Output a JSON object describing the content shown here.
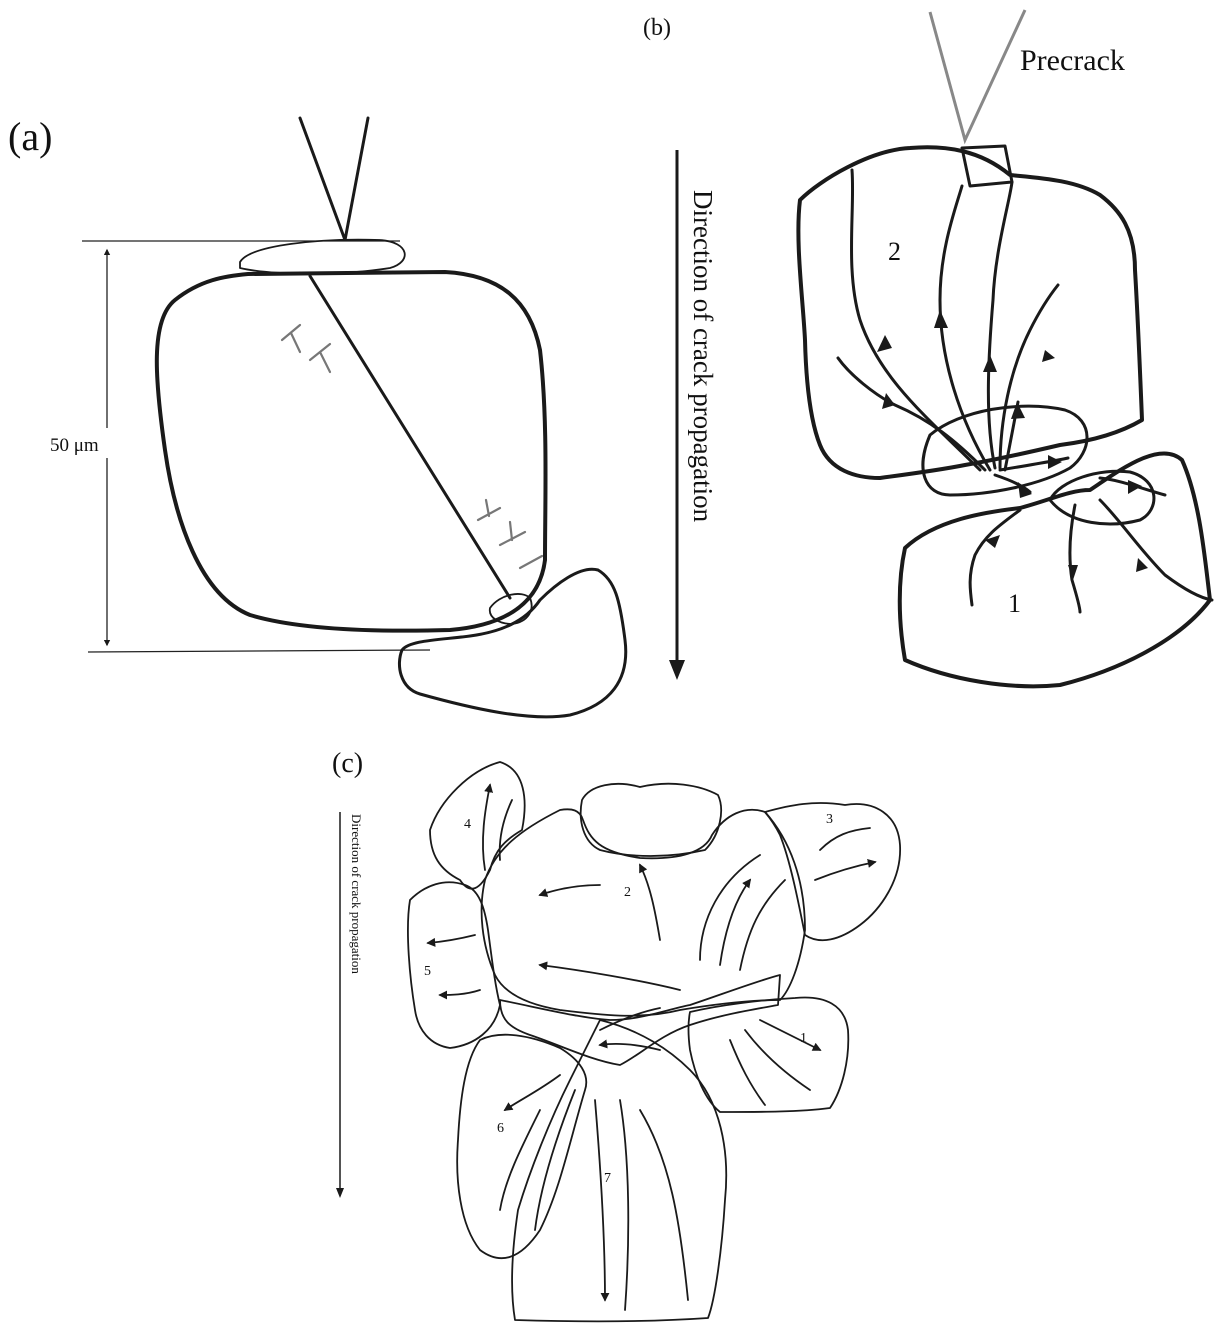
{
  "panel_a": {
    "label": "(a)",
    "scale_text": "50 μm"
  },
  "panel_b": {
    "label": "(b)",
    "precrack_label": "Precrack",
    "direction_label": "Direction of crack propagation",
    "grain_labels": [
      "2",
      "1"
    ]
  },
  "panel_c": {
    "label": "(c)",
    "direction_label": "Direction of crack propagation",
    "grain_labels": [
      "4",
      "3",
      "2",
      "5",
      "1",
      "6",
      "7"
    ]
  }
}
